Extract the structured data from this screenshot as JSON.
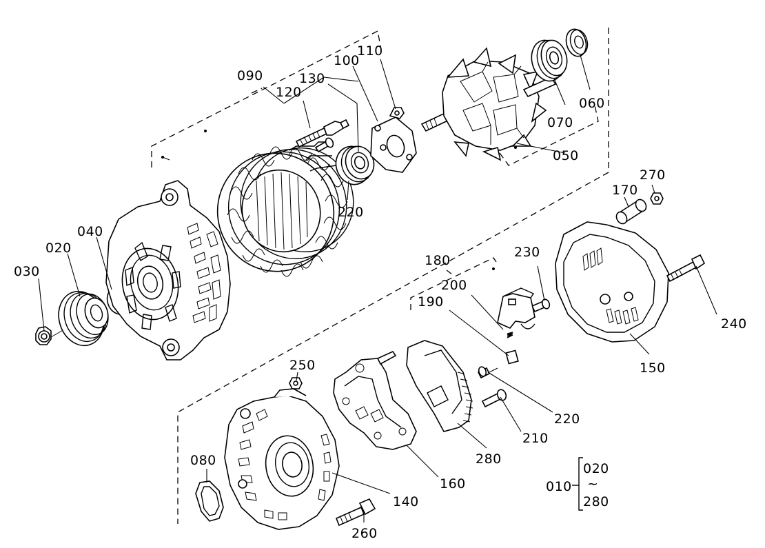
{
  "labels": {
    "l010": "010",
    "l020": "020",
    "l030": "030",
    "l040": "040",
    "l050": "050",
    "l060": "060",
    "l070": "070",
    "l080": "080",
    "l090": "090",
    "l100": "100",
    "l110": "110",
    "l120": "120",
    "l130": "130",
    "l140": "140",
    "l150": "150",
    "l160": "160",
    "l170": "170",
    "l180": "180",
    "l190": "190",
    "l200": "200",
    "l210": "210",
    "l220a": "220",
    "l220b": "220",
    "l230": "230",
    "l240": "240",
    "l250": "250",
    "l260": "260",
    "l270": "270",
    "l280": "280",
    "range_start": "020",
    "range_tilde": "~",
    "range_end": "280"
  }
}
